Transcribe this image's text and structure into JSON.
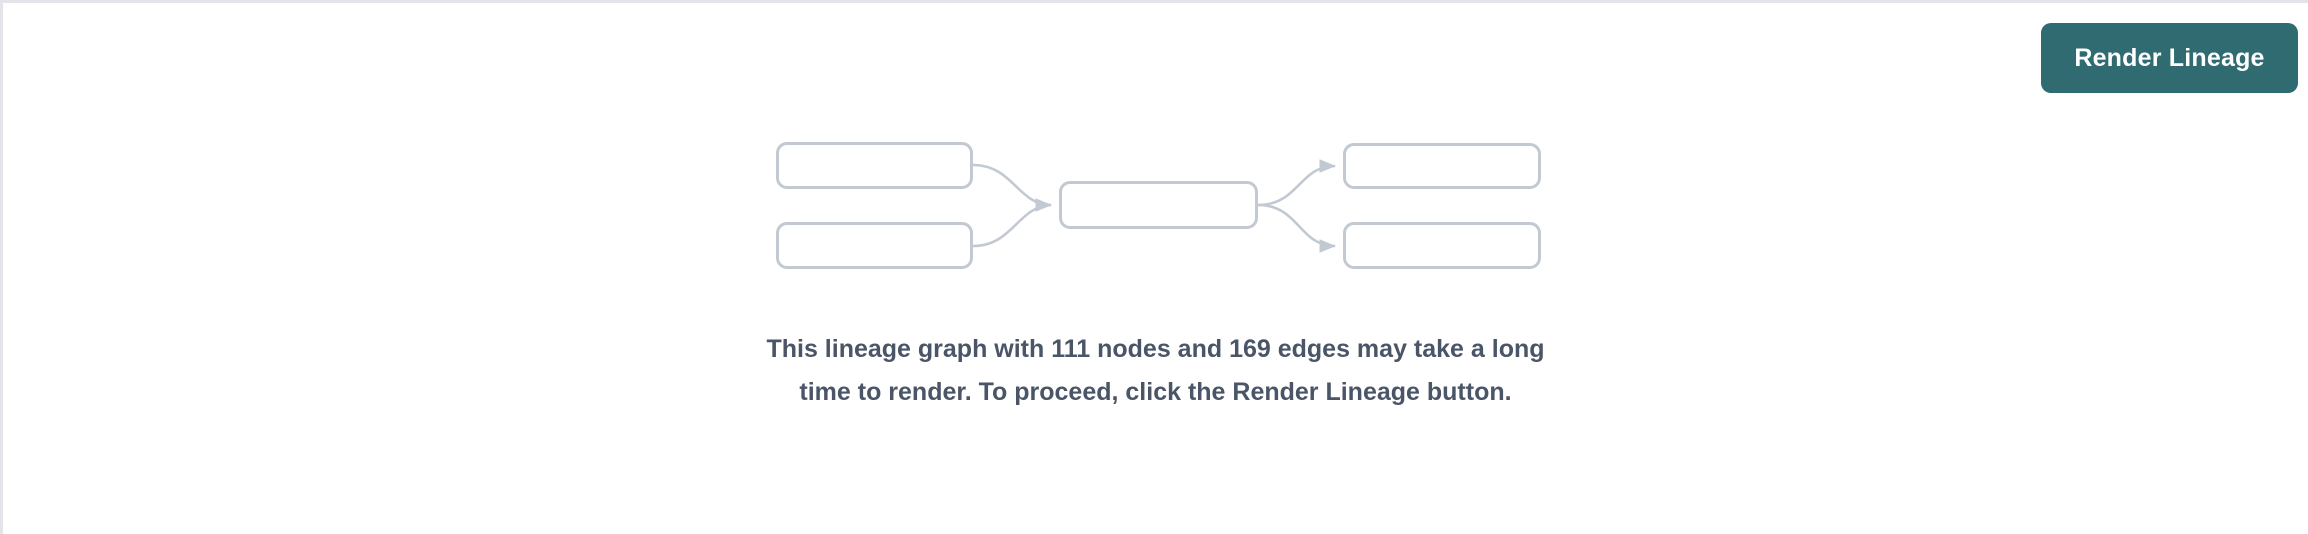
{
  "panel": {
    "background_color": "#ffffff",
    "border_color": "#e2e4e9"
  },
  "toolbar": {
    "render_lineage_label": "Render Lineage",
    "render_lineage_color": "#2f6b70",
    "render_lineage_text_color": "#ffffff"
  },
  "lineage_placeholder": {
    "node_border_color": "#c3c9d3",
    "edge_color": "#c3c9d3",
    "nodes": [
      {
        "id": "left-top",
        "label": ""
      },
      {
        "id": "left-bottom",
        "label": ""
      },
      {
        "id": "center",
        "label": ""
      },
      {
        "id": "right-top",
        "label": ""
      },
      {
        "id": "right-bottom",
        "label": ""
      }
    ],
    "edges": [
      {
        "from": "left-top",
        "to": "center"
      },
      {
        "from": "left-bottom",
        "to": "center"
      },
      {
        "from": "center",
        "to": "right-top"
      },
      {
        "from": "center",
        "to": "right-bottom"
      }
    ]
  },
  "message": {
    "text": "This lineage graph with 111 nodes and 169 edges may take a long time to render. To proceed, click the Render Lineage button.",
    "node_count": 111,
    "edge_count": 169,
    "text_color": "#4a5568"
  }
}
